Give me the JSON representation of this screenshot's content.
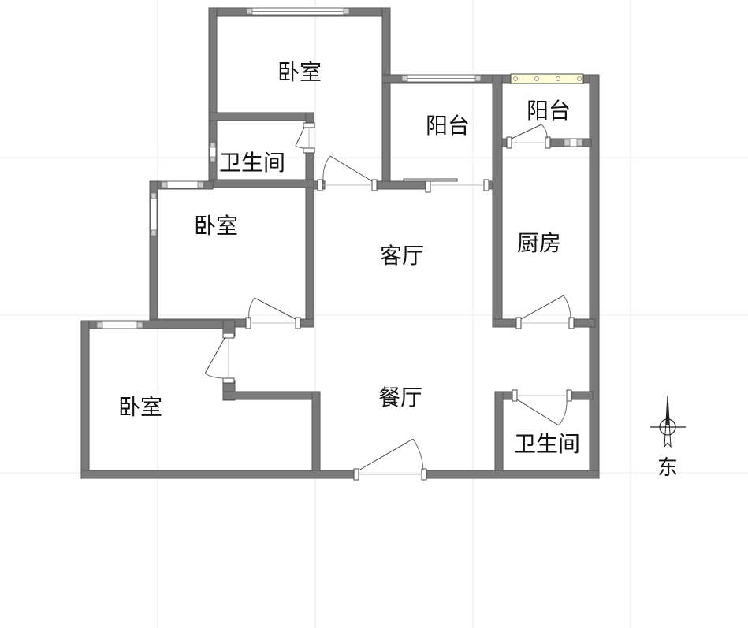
{
  "plan": {
    "rooms": {
      "bedroom_top": "卧室",
      "bathroom_top": "卫生间",
      "balcony_mid": "阳台",
      "balcony_right": "阳台",
      "bedroom_mid": "卧室",
      "living_room": "客厅",
      "kitchen": "厨房",
      "bedroom_bottom": "卧室",
      "dining_room": "餐厅",
      "bathroom_bottom": "卫生间"
    },
    "compass": {
      "direction_label": "东"
    },
    "colors": {
      "wall": "#7a7a7a",
      "balcony_rail": "#fdfbd8",
      "background": "#ffffff"
    }
  }
}
